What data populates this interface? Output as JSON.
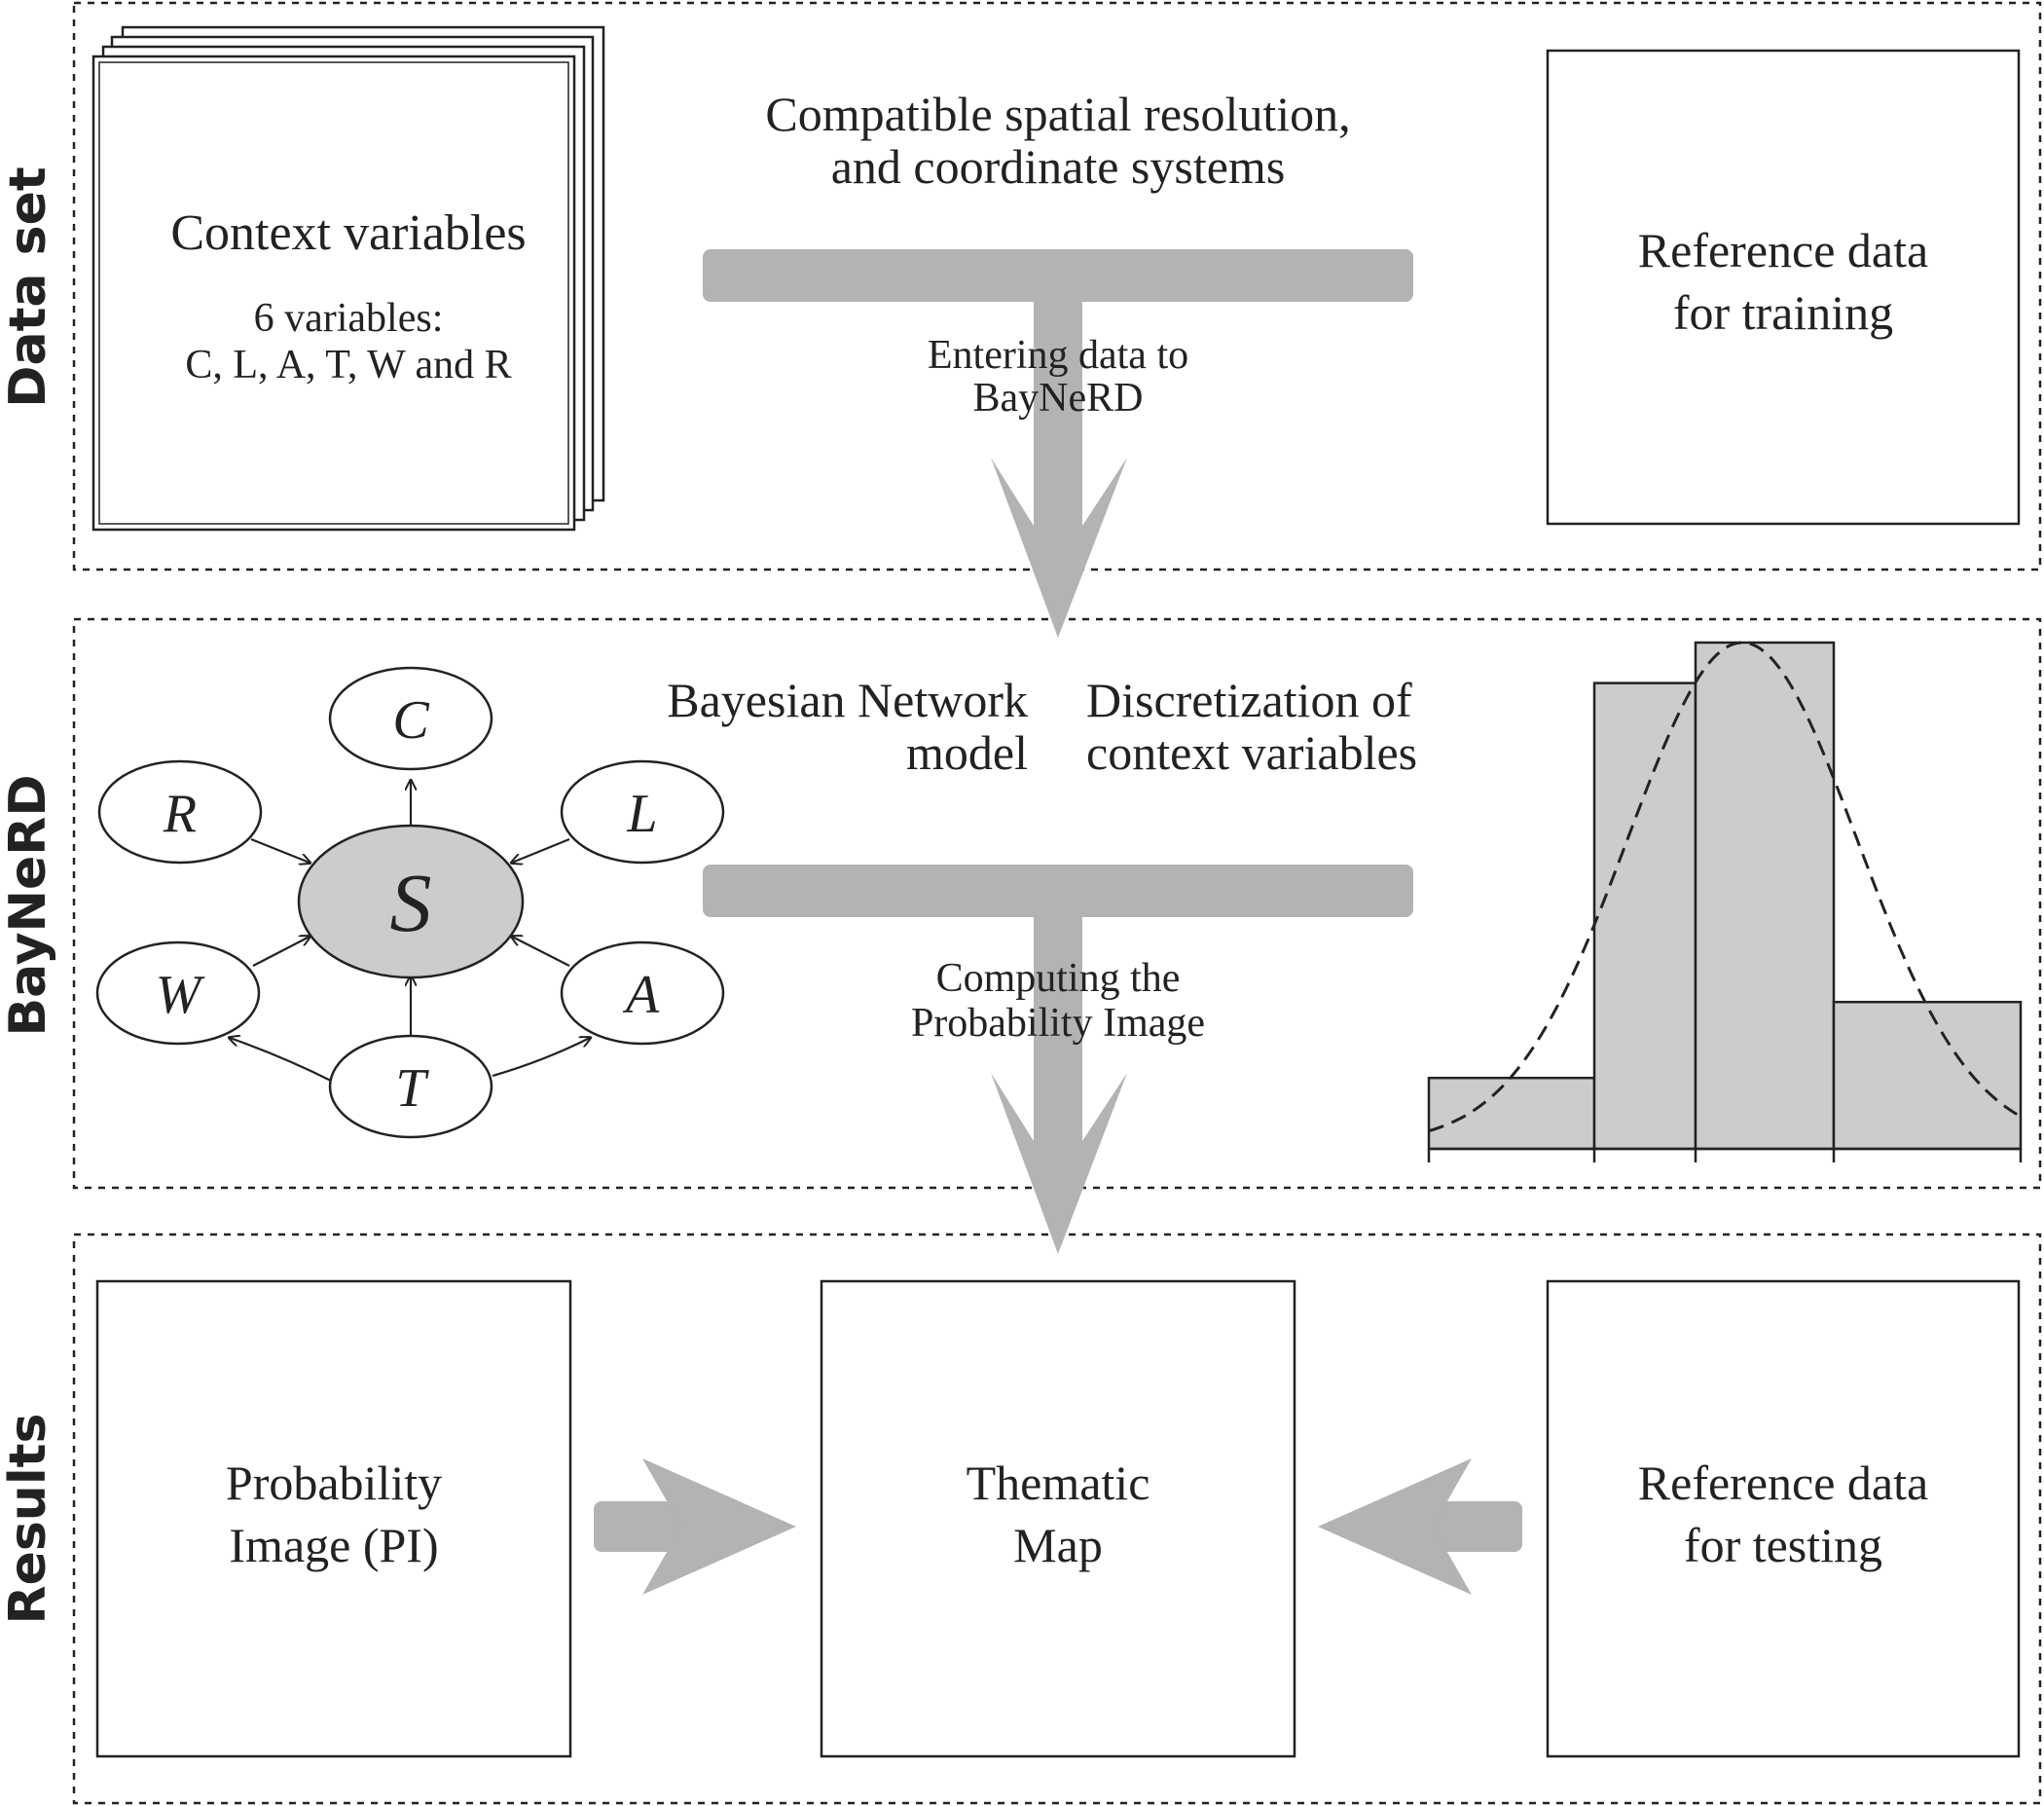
{
  "sections": {
    "dataset": "Data set",
    "baynerd": "BayNeRD",
    "results": "Results"
  },
  "dataset": {
    "context_title": "Context variables",
    "context_count": "6 variables:",
    "context_list": "C, L, A, T, W and R",
    "compat_line1": "Compatible spatial resolution,",
    "compat_line2": "and coordinate systems",
    "entering_line1": "Entering data to",
    "entering_line2": "BayNeRD",
    "ref_train_line1": "Reference data",
    "ref_train_line2": "for training"
  },
  "baynerd": {
    "bn_line1": "Bayesian Network",
    "bn_line2": "model",
    "disc_line1": "Discretization of",
    "disc_line2": "context variables",
    "compute_line1": "Computing the",
    "compute_line2": "Probability Image",
    "nodes": {
      "center": "S",
      "c": "C",
      "r": "R",
      "l": "L",
      "w": "W",
      "a": "A",
      "t": "T"
    },
    "histogram_bins": [
      0.14,
      0.92,
      1.0,
      0.29
    ]
  },
  "results": {
    "pi_line1": "Probability",
    "pi_line2": "Image (PI)",
    "map_line1": "Thematic",
    "map_line2": "Map",
    "ref_test_line1": "Reference data",
    "ref_test_line2": "for testing"
  },
  "colors": {
    "arrow_gray": "#b3b3b3",
    "fill_gray": "#cccccc",
    "stroke": "#222222"
  }
}
